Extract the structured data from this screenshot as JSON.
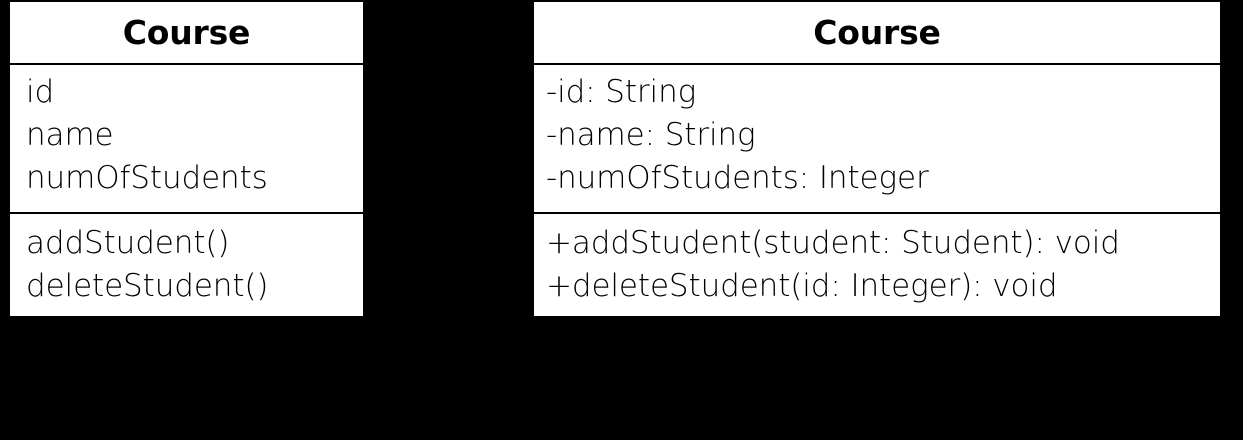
{
  "diagram": {
    "type": "uml-class-diagram",
    "background_color": "#000000",
    "box_fill_color": "#ffffff",
    "line_color": "#000000",
    "text_color": "#000000",
    "classes": [
      {
        "id": "conceptual",
        "name": "Course",
        "attributes": [
          "id",
          "name",
          "numOfStudents"
        ],
        "operations": [
          "addStudent()",
          "deleteStudent()"
        ]
      },
      {
        "id": "detailed",
        "name": "Course",
        "attributes": [
          "-id: String",
          "-name: String",
          "-numOfStudents: Integer"
        ],
        "operations": [
          "+addStudent(student: Student): void",
          "+deleteStudent(id: Integer): void"
        ]
      }
    ]
  }
}
